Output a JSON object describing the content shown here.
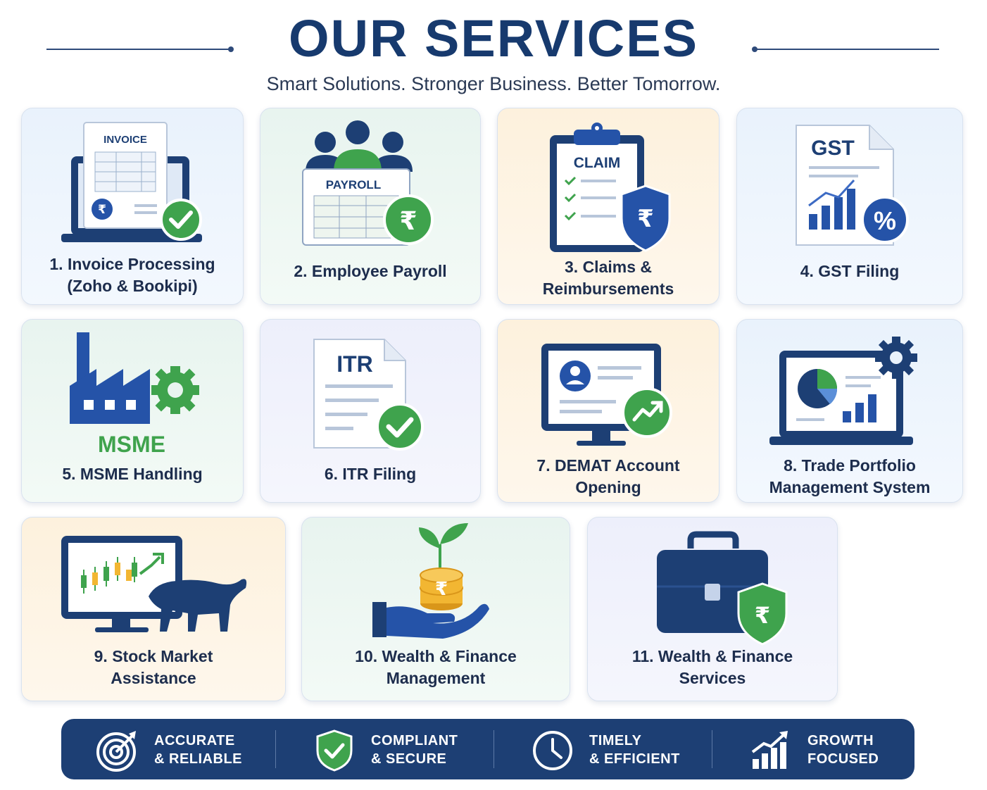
{
  "header": {
    "title": "OUR SERVICES",
    "subtitle": "Smart Solutions. Stronger Business. Better Tomorrow."
  },
  "services": [
    {
      "line1": "1. Invoice Processing",
      "line2": "(Zoho & Bookipi)",
      "icon_text": "INVOICE",
      "icon": "invoice-laptop-icon"
    },
    {
      "line1": "2. Employee Payroll",
      "line2": "",
      "icon_text": "PAYROLL",
      "icon": "payroll-icon"
    },
    {
      "line1": "3. Claims &",
      "line2": "Reimbursements",
      "icon_text": "CLAIM",
      "icon": "claim-clipboard-icon"
    },
    {
      "line1": "4. GST Filing",
      "line2": "",
      "icon_text": "GST",
      "icon": "gst-document-icon"
    },
    {
      "line1": "5. MSME Handling",
      "line2": "",
      "icon_text": "MSME",
      "icon": "factory-gear-icon"
    },
    {
      "line1": "6. ITR Filing",
      "line2": "",
      "icon_text": "ITR",
      "icon": "itr-document-icon"
    },
    {
      "line1": "7. DEMAT Account",
      "line2": "Opening",
      "icon_text": "",
      "icon": "demat-monitor-icon"
    },
    {
      "line1": "8. Trade Portfolio",
      "line2": "Management System",
      "icon_text": "",
      "icon": "portfolio-laptop-icon"
    },
    {
      "line1": "9. Stock Market",
      "line2": "Assistance",
      "icon_text": "",
      "icon": "stock-bull-icon"
    },
    {
      "line1": "10. Wealth & Finance",
      "line2": "Management",
      "icon_text": "",
      "icon": "plant-coins-hand-icon"
    },
    {
      "line1": "11. Wealth & Finance",
      "line2": "Services",
      "icon_text": "",
      "icon": "briefcase-shield-icon"
    }
  ],
  "symbols": {
    "rupee": "₹",
    "percent": "%"
  },
  "features": [
    {
      "line1": "ACCURATE",
      "line2": "& RELIABLE",
      "icon": "target-icon"
    },
    {
      "line1": "COMPLIANT",
      "line2": "& SECURE",
      "icon": "shield-check-icon"
    },
    {
      "line1": "TIMELY",
      "line2": "& EFFICIENT",
      "icon": "clock-icon"
    },
    {
      "line1": "GROWTH",
      "line2": "FOCUSED",
      "icon": "growth-chart-icon"
    }
  ],
  "colors": {
    "navy": "#1d3f74",
    "green": "#3fa34d",
    "gold": "#f2b632",
    "text": "#1d2d4d"
  }
}
